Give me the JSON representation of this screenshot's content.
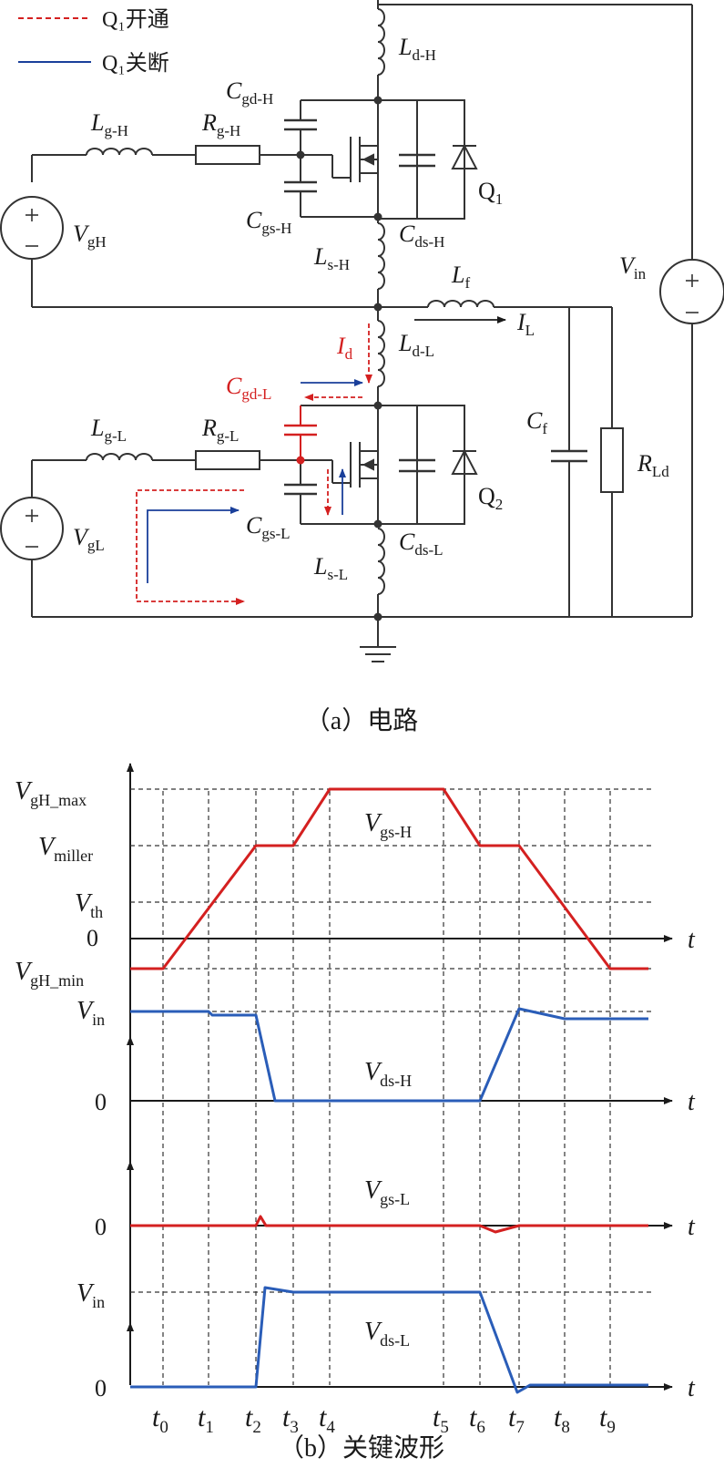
{
  "legend": {
    "q1_on": "Q₁开通",
    "q1_off": "Q₁关断"
  },
  "circuit": {
    "caption": "（a）电路",
    "labels": {
      "ldh": "L",
      "ldh_sub": "d-H",
      "cgdh": "C",
      "cgdh_sub": "gd-H",
      "lgh": "L",
      "lgh_sub": "g-H",
      "rgh": "R",
      "rgh_sub": "g-H",
      "q1": "Q",
      "q1_sub": "1",
      "vgh": "V",
      "vgh_sub": "gH",
      "cgsh": "C",
      "cgsh_sub": "gs-H",
      "cdsh": "C",
      "cdsh_sub": "ds-H",
      "lsh": "L",
      "lsh_sub": "s-H",
      "vin": "V",
      "vin_sub": "in",
      "lf": "L",
      "lf_sub": "f",
      "il": "I",
      "il_sub": "L",
      "id": "I",
      "id_sub": "d",
      "ldl": "L",
      "ldl_sub": "d-L",
      "cgdl": "C",
      "cgdl_sub": "gd-L",
      "lgl": "L",
      "lgl_sub": "g-L",
      "rgl": "R",
      "rgl_sub": "g-L",
      "cf": "C",
      "cf_sub": "f",
      "rld": "R",
      "rld_sub": "Ld",
      "q2": "Q",
      "q2_sub": "2",
      "vgl": "V",
      "vgl_sub": "gL",
      "cgsl": "C",
      "cgsl_sub": "gs-L",
      "cdsl": "C",
      "cdsl_sub": "ds-L",
      "lsl": "L",
      "lsl_sub": "s-L"
    }
  },
  "colors": {
    "on_path": "#d42020",
    "off_path": "#1a3f9a",
    "vgs_trace": "#d42020",
    "vds_trace": "#2a5db8"
  },
  "chart_data": {
    "type": "line",
    "caption": "（b）关键波形",
    "time_axis_label": "t",
    "time_ticks": [
      {
        "base": "t",
        "sub": "0"
      },
      {
        "base": "t",
        "sub": "1"
      },
      {
        "base": "t",
        "sub": "2"
      },
      {
        "base": "t",
        "sub": "3"
      },
      {
        "base": "t",
        "sub": "4"
      },
      {
        "base": "t",
        "sub": "5"
      },
      {
        "base": "t",
        "sub": "6"
      },
      {
        "base": "t",
        "sub": "7"
      },
      {
        "base": "t",
        "sub": "8"
      },
      {
        "base": "t",
        "sub": "9"
      }
    ],
    "panels": [
      {
        "series": {
          "base": "V",
          "sub": "gs-H",
          "color": "#d42020"
        },
        "y_levels": [
          {
            "base": "V",
            "sub": "gH_max"
          },
          {
            "base": "V",
            "sub": "miller"
          },
          {
            "base": "V",
            "sub": "th"
          },
          {
            "base": "",
            "sub": "",
            "text": "0"
          },
          {
            "base": "V",
            "sub": "gH_min"
          }
        ]
      },
      {
        "series": {
          "base": "V",
          "sub": "ds-H",
          "color": "#2a5db8"
        },
        "y_levels": [
          {
            "base": "V",
            "sub": "in"
          },
          {
            "base": "",
            "sub": "",
            "text": "0"
          }
        ]
      },
      {
        "series": {
          "base": "V",
          "sub": "gs-L",
          "color": "#d42020"
        },
        "y_levels": [
          {
            "base": "",
            "sub": "",
            "text": "0"
          }
        ]
      },
      {
        "series": {
          "base": "V",
          "sub": "ds-L",
          "color": "#2a5db8"
        },
        "y_levels": [
          {
            "base": "V",
            "sub": "in"
          },
          {
            "base": "",
            "sub": "",
            "text": "0"
          }
        ]
      }
    ]
  }
}
